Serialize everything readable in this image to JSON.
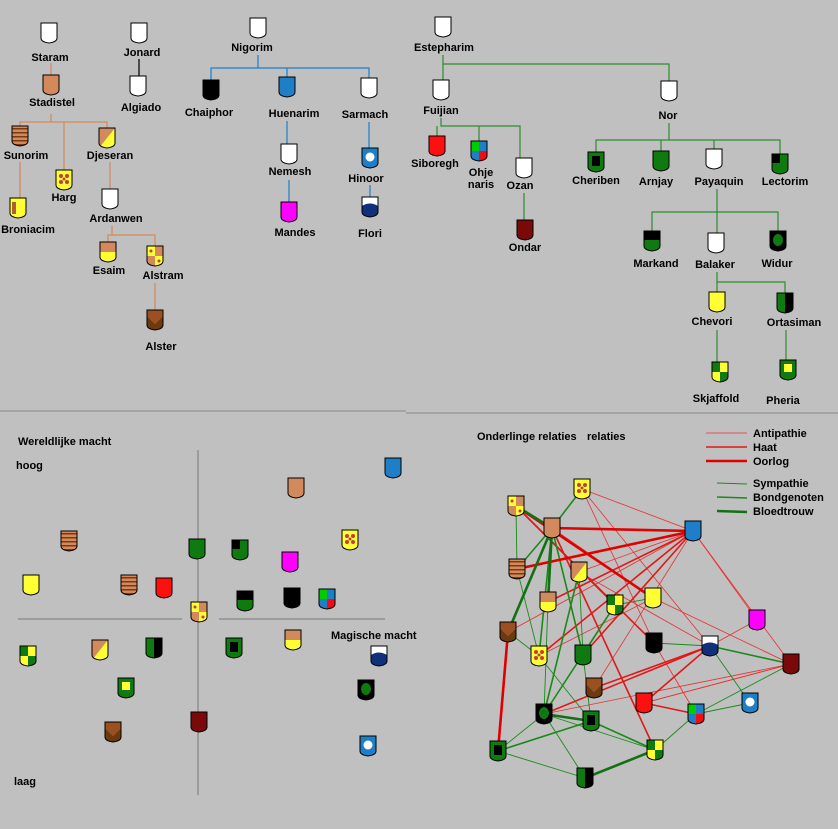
{
  "colors": {
    "background": "#c0c0c0",
    "tree_orange": "#d2895c",
    "tree_blue": "#1e7fc8",
    "tree_green": "#2e8b2e",
    "antipathie": "#e83030",
    "haat": "#e01818",
    "oorlog": "#e00000",
    "sympathie": "#1a8a1a",
    "bondgenoten": "#1a8a1a",
    "bloedtrouw": "#147014"
  },
  "trees": [
    {
      "name": "Staram",
      "label": "Staram",
      "shield": "blank"
    },
    {
      "name": "Stadistel",
      "label": "Stadistel",
      "shield": "orange"
    },
    {
      "name": "Sunorim",
      "label": "Sunorim",
      "shield": "orange-stripes"
    },
    {
      "name": "Broniacim",
      "label": "Broniacim",
      "shield": "yellow-bar"
    },
    {
      "name": "Harg",
      "label": "Harg",
      "shield": "yellow-dots"
    },
    {
      "name": "Djeseran",
      "label": "Djeseran",
      "shield": "orange-yellow-diag"
    },
    {
      "name": "Ardanwen",
      "label": "Ardanwen",
      "shield": "blank"
    },
    {
      "name": "Esaim",
      "label": "Esaim",
      "shield": "orange-yellow-h"
    },
    {
      "name": "Alstram",
      "label": "Alstram",
      "shield": "quartered-oy"
    },
    {
      "name": "Alster",
      "label": "Alster",
      "shield": "brown-chevron"
    },
    {
      "name": "Jonard",
      "label": "Jonard",
      "shield": "blank"
    },
    {
      "name": "Algiado",
      "label": "Algiado",
      "shield": "blank"
    },
    {
      "name": "Nigorim",
      "label": "Nigorim",
      "shield": "blank"
    },
    {
      "name": "Chaiphor",
      "label": "Chaiphor",
      "shield": "black"
    },
    {
      "name": "Huenarim",
      "label": "Huenarim",
      "shield": "blue"
    },
    {
      "name": "Nemesh",
      "label": "Nemesh",
      "shield": "blank"
    },
    {
      "name": "Mandes",
      "label": "Mandes",
      "shield": "magenta"
    },
    {
      "name": "Sarmach",
      "label": "Sarmach",
      "shield": "blank"
    },
    {
      "name": "Hinoor",
      "label": "Hinoor",
      "shield": "blue-circle"
    },
    {
      "name": "Flori",
      "label": "Flori",
      "shield": "blue-white"
    },
    {
      "name": "Estepharim",
      "label": "Estepharim",
      "shield": "blank"
    },
    {
      "name": "Fuijian",
      "label": "Fuijian",
      "shield": "blank"
    },
    {
      "name": "Siboregh",
      "label": "Siboregh",
      "shield": "red"
    },
    {
      "name": "Ohjenaris",
      "label": "Ohje\nnaris",
      "shield": "quartered-multi"
    },
    {
      "name": "Ozan",
      "label": "Ozan",
      "shield": "blank"
    },
    {
      "name": "Ondar",
      "label": "Ondar",
      "shield": "darkred"
    },
    {
      "name": "Nor",
      "label": "Nor",
      "shield": "blank"
    },
    {
      "name": "Cheriben",
      "label": "Cheriben",
      "shield": "green-black-square"
    },
    {
      "name": "Arnjay",
      "label": "Arnjay",
      "shield": "green"
    },
    {
      "name": "Payaquin",
      "label": "Payaquin",
      "shield": "blank"
    },
    {
      "name": "Lectorim",
      "label": "Lectorim",
      "shield": "green-black-quarter"
    },
    {
      "name": "Markand",
      "label": "Markand",
      "shield": "black-green"
    },
    {
      "name": "Balaker",
      "label": "Balaker",
      "shield": "blank"
    },
    {
      "name": "Widur",
      "label": "Widur",
      "shield": "black-green-oval"
    },
    {
      "name": "Chevori",
      "label": "Chevori",
      "shield": "yellow"
    },
    {
      "name": "Ortasiman",
      "label": "Ortasiman",
      "shield": "green-black-v"
    },
    {
      "name": "Skjaffold",
      "label": "Skjaffold",
      "shield": "quartered-gy"
    },
    {
      "name": "Pheria",
      "label": "Pheria",
      "shield": "green-yellow-square"
    }
  ],
  "power_map": {
    "title": "Wereldlijke macht",
    "high": "hoog",
    "low": "laag",
    "magic": "Magische macht"
  },
  "relations": {
    "title": "Onderlinge relaties",
    "title_suffix": "relaties",
    "legend": [
      {
        "label": "Antipathie",
        "kind": "antipathie"
      },
      {
        "label": "Haat",
        "kind": "haat"
      },
      {
        "label": "Oorlog",
        "kind": "oorlog"
      },
      {
        "label": "Sympathie",
        "kind": "sympathie"
      },
      {
        "label": "Bondgenoten",
        "kind": "bondgenoten"
      },
      {
        "label": "Bloedtrouw",
        "kind": "bloedtrouw"
      }
    ]
  }
}
